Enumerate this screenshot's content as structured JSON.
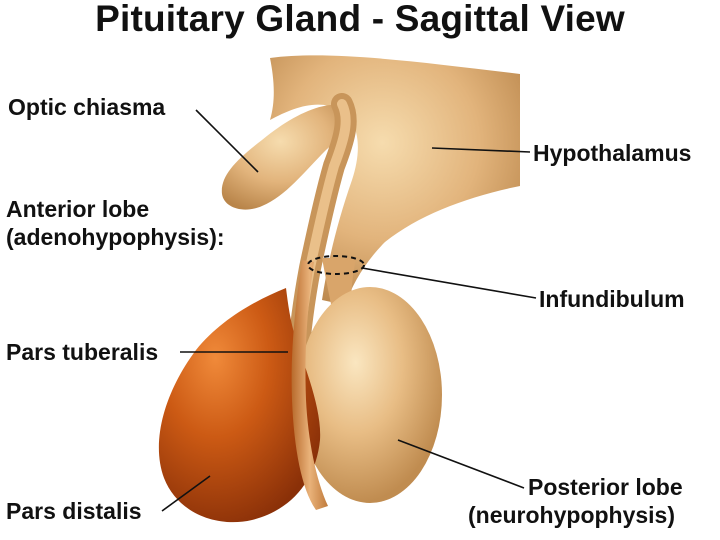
{
  "title": "Pituitary Gland - Sagittal View",
  "labels": {
    "optic_chiasma": "Optic chiasma",
    "anterior_lobe_line1": "Anterior lobe",
    "anterior_lobe_line2": "(adenohypophysis):",
    "pars_tuberalis": "Pars tuberalis",
    "pars_distalis": "Pars distalis",
    "hypothalamus": "Hypothalamus",
    "infundibulum": "Infundibulum",
    "posterior_lobe_line1": "Posterior lobe",
    "posterior_lobe_line2": "(neurohypophysis)"
  },
  "colors": {
    "neural_tissue": "#e2b47c",
    "anterior_lobe": "#c8500c",
    "leader_lines": "#111111"
  }
}
